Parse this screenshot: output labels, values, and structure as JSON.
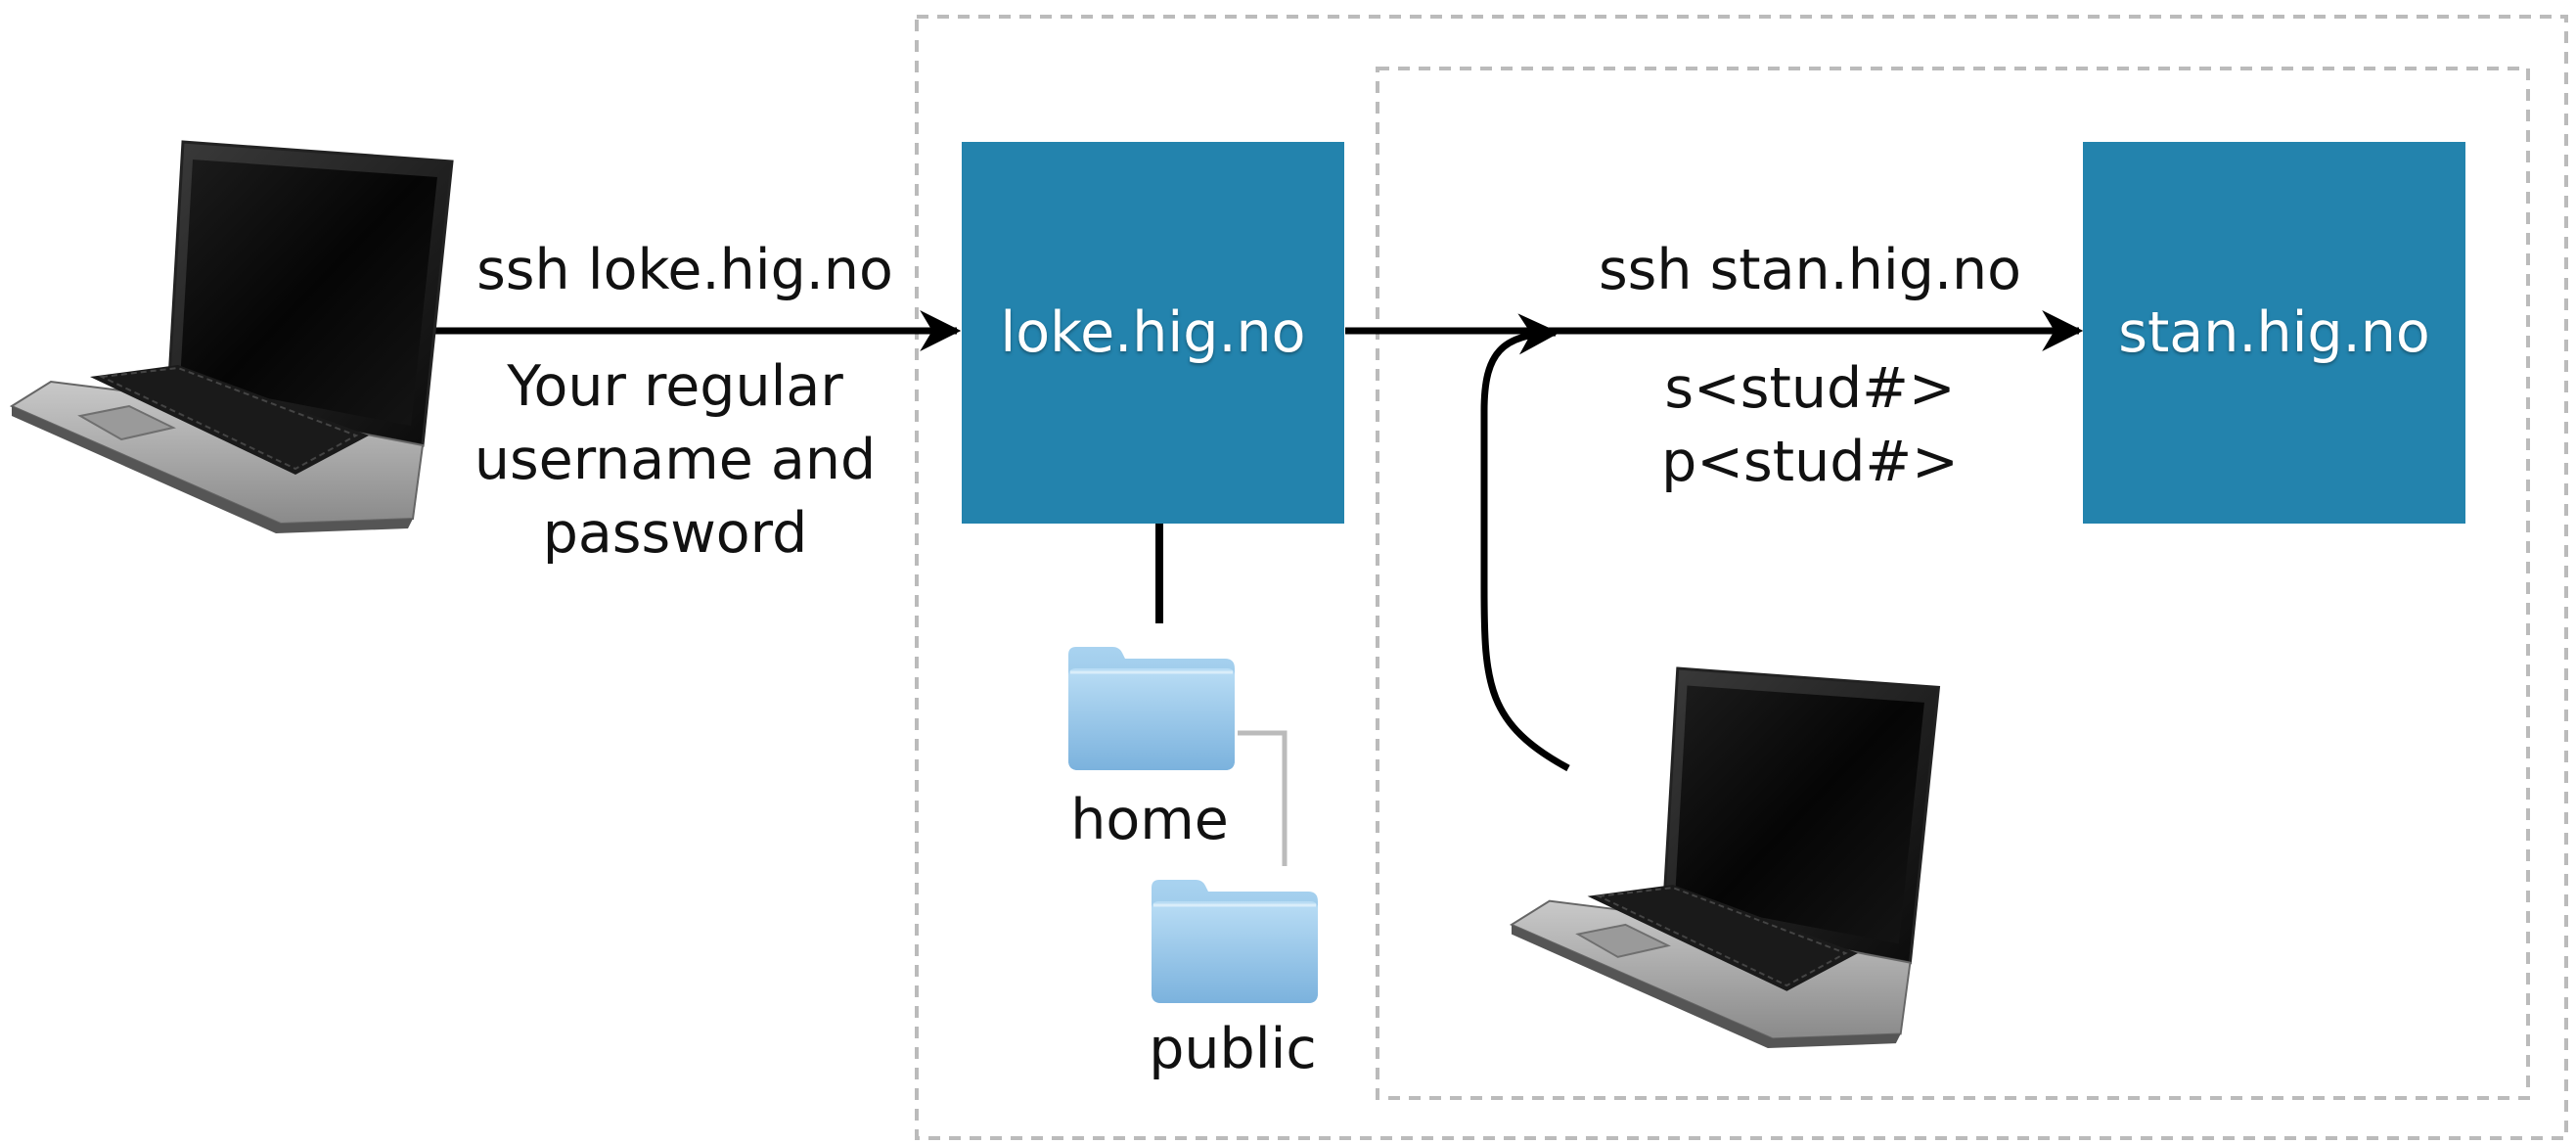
{
  "hosts": {
    "loke": "loke.hig.no",
    "stan": "stan.hig.no"
  },
  "edges": {
    "ssh_loke_cmd": "ssh loke.hig.no",
    "loke_credentials": "Your regular\nusername and\npassword",
    "ssh_stan_cmd": "ssh stan.hig.no",
    "stan_credentials": "s<stud#>\np<stud#>"
  },
  "folders": {
    "home": "home",
    "public": "public"
  },
  "colors": {
    "server_fill": "#2383AD",
    "server_text": "#ffffff",
    "arrow": "#000000",
    "dashed_border": "#BBBBBB",
    "folder": "#8CC2E8"
  },
  "icons": [
    "laptop-icon",
    "folder-icon"
  ]
}
